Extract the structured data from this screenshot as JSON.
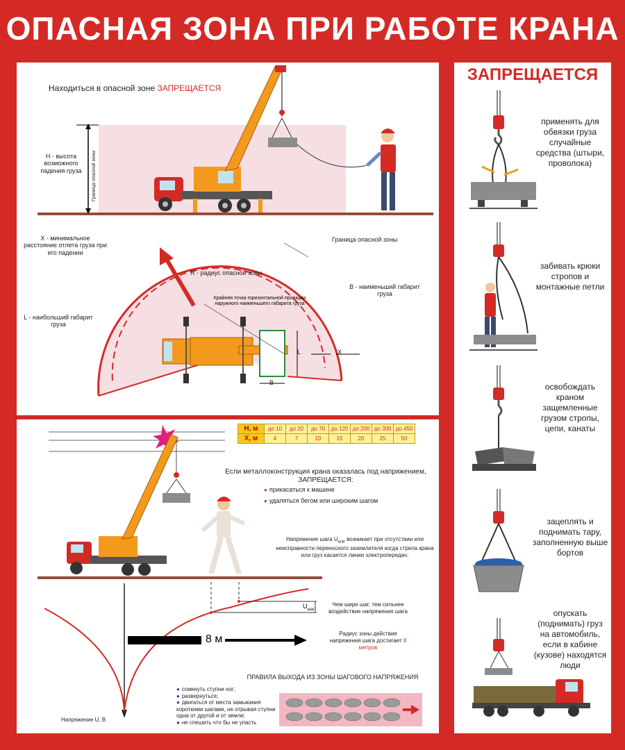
{
  "title": "ОПАСНАЯ ЗОНА ПРИ РАБОТЕ КРАНА",
  "zone": {
    "header_prefix": "Находиться в опасной зоне ",
    "header_red": "ЗАПРЕЩАЕТСЯ",
    "height_label": "H - высота возможного падения груза",
    "boundary_vertical": "Граница опасной зоны",
    "x_label": "X - минимальное расстояние отлета груза при его падении",
    "boundary_label": "Граница опасной зоны",
    "r_label": "R - радиус опасной зоны",
    "extreme_point": "Крайняя точка горизонтальной проекции наружного наименьшего габарита груза",
    "b_label": "B - наименьший габарит груза",
    "l_label": "L - наибольший габарит груза",
    "mark_l": "L",
    "mark_x": "X",
    "mark_b": "B"
  },
  "table": {
    "h_header": "H, м",
    "x_header": "X, м",
    "h_values": [
      "до 10",
      "до 20",
      "до 70",
      "до 120",
      "до 200",
      "до 300",
      "до 450"
    ],
    "x_values": [
      "4",
      "7",
      "10",
      "15",
      "20",
      "25",
      "50"
    ]
  },
  "voltage": {
    "intro": "Если металлоконструкция крана оказалась под напряжением,",
    "forbidden": "ЗАПРЕЩАЕТСЯ:",
    "items": [
      "прикасаться к машине",
      "удаляться бегом или широким шагом"
    ],
    "step_text_a": "Напряжение шага U",
    "step_sub": "шаг",
    "step_text_b": "возникает при отсутствии или неисправности переносного заземлителя когда стрела крана или груз касается линии электропередач.",
    "wider_step": "Чем шире шаг, тем сильнее воздействие напряжения шага",
    "radius_text": "Радиус зоны действия напряжения шага достигает ",
    "radius_value": "8 метров",
    "distance": "8 м",
    "u_mark": "U",
    "u_sub": "шаг",
    "axis_label": "Напряжение U, В",
    "rules_title": "ПРАВИЛА ВЫХОДА ИЗ ЗОНЫ ШАГОВОГО НАПРЯЖЕНИЯ",
    "rules": [
      "сомкнуть ступни ног;",
      "развернуться;",
      "двигаться от места замыкания короткими шагами, не отрывая ступни одна от другой и от земли;",
      "не спешить что бы не упасть"
    ]
  },
  "forbidden_panel": {
    "title": "ЗАПРЕЩАЕТСЯ",
    "items": [
      "применять для обвязки груза случайные средства (штыри, проволока)",
      "забивать крюки стропов и монтажные петли",
      "освобождать краном защемленные грузом стропы, цепи, канаты",
      "зацеплять и поднимать тару, заполненную выше бортов",
      "опускать (поднимать) груз на автомобиль, если в кабине (кузове) находятся люди"
    ]
  },
  "colors": {
    "brand_red": "#d42a26",
    "crane_orange": "#f39a1e",
    "zone_pink": "#f6dfe3"
  }
}
